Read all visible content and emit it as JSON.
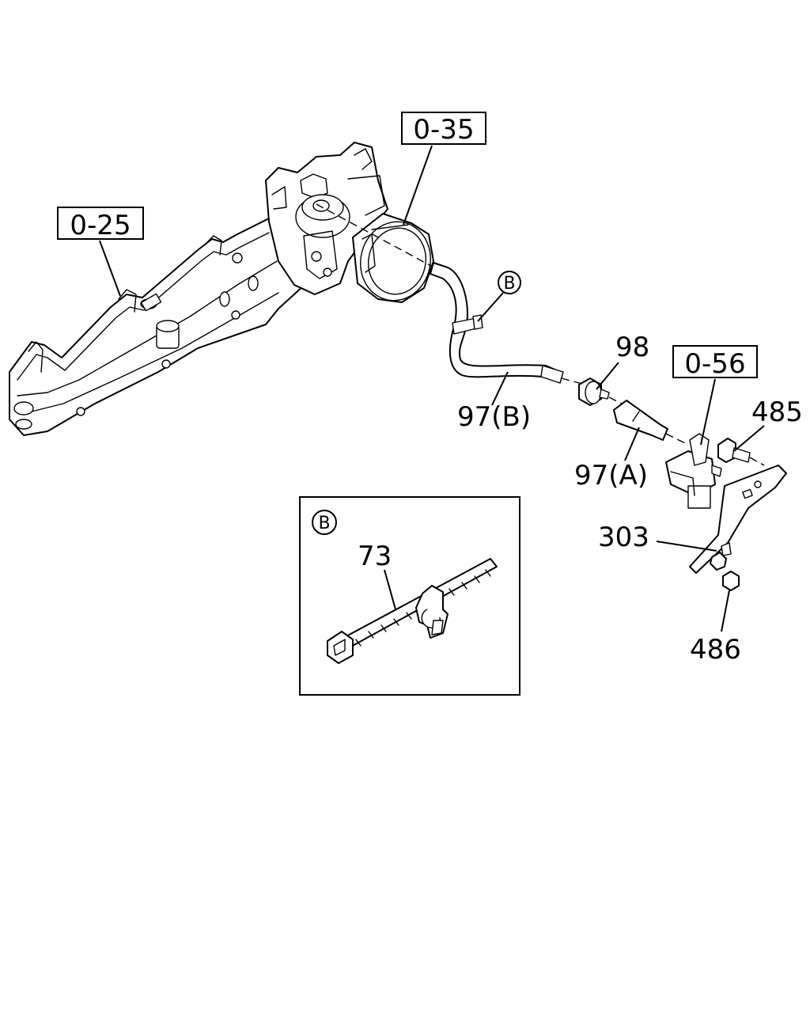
{
  "references": {
    "ref_0_35": "0-35",
    "ref_0_25": "0-25",
    "ref_0_56": "0-56"
  },
  "callouts": {
    "p98": "98",
    "p97b": "97(B)",
    "p97a": "97(A)",
    "p485": "485",
    "p303": "303",
    "p486": "486",
    "p73": "73"
  },
  "detail": {
    "marker": "B"
  }
}
